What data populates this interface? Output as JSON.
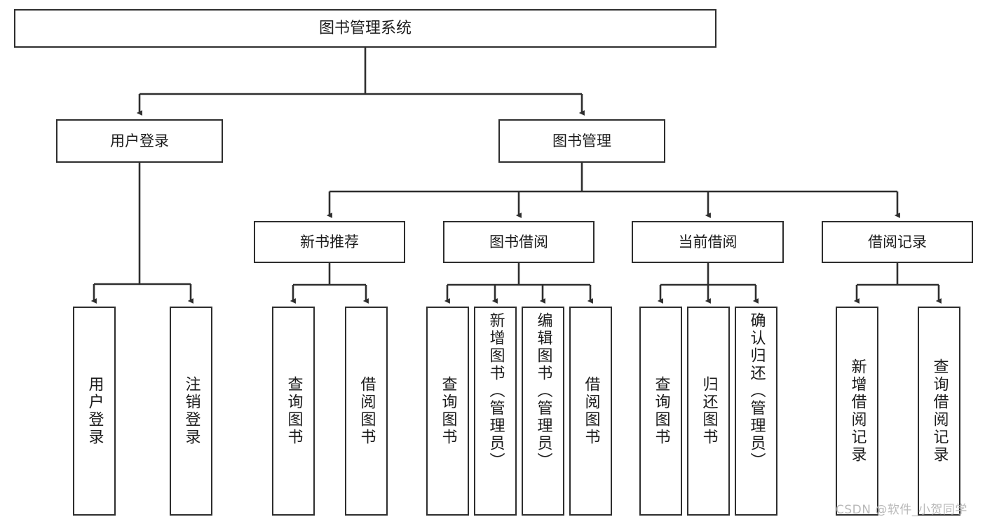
{
  "diagram": {
    "title": "图书管理系统",
    "type": "tree-hierarchy-chart",
    "root": {
      "label": "图书管理系统"
    },
    "level2": [
      {
        "label": "用户登录"
      },
      {
        "label": "图书管理"
      }
    ],
    "level3": [
      {
        "label": "新书推荐"
      },
      {
        "label": "图书借阅"
      },
      {
        "label": "当前借阅"
      },
      {
        "label": "借阅记录"
      }
    ],
    "leaves": {
      "user_login": [
        {
          "label": "用户登录"
        },
        {
          "label": "注销登录"
        }
      ],
      "new_book_recommend": [
        {
          "label": "查询图书"
        },
        {
          "label": "借阅图书"
        }
      ],
      "book_borrow": [
        {
          "label": "查询图书"
        },
        {
          "label": "新增图书（管理员）"
        },
        {
          "label": "编辑图书（管理员）"
        },
        {
          "label": "借阅图书"
        }
      ],
      "current_borrow": [
        {
          "label": "查询图书"
        },
        {
          "label": "归还图书"
        },
        {
          "label": "确认归还（管理员）"
        }
      ],
      "borrow_record": [
        {
          "label": "新增借阅记录"
        },
        {
          "label": "查询借阅记录"
        }
      ]
    }
  },
  "watermark": {
    "text": "CSDN @软件_小贺同学"
  },
  "colors": {
    "stroke": "#2e2e2e",
    "text": "#1c1c1c",
    "background": "#ffffff",
    "watermark": "#b9b9b9"
  }
}
